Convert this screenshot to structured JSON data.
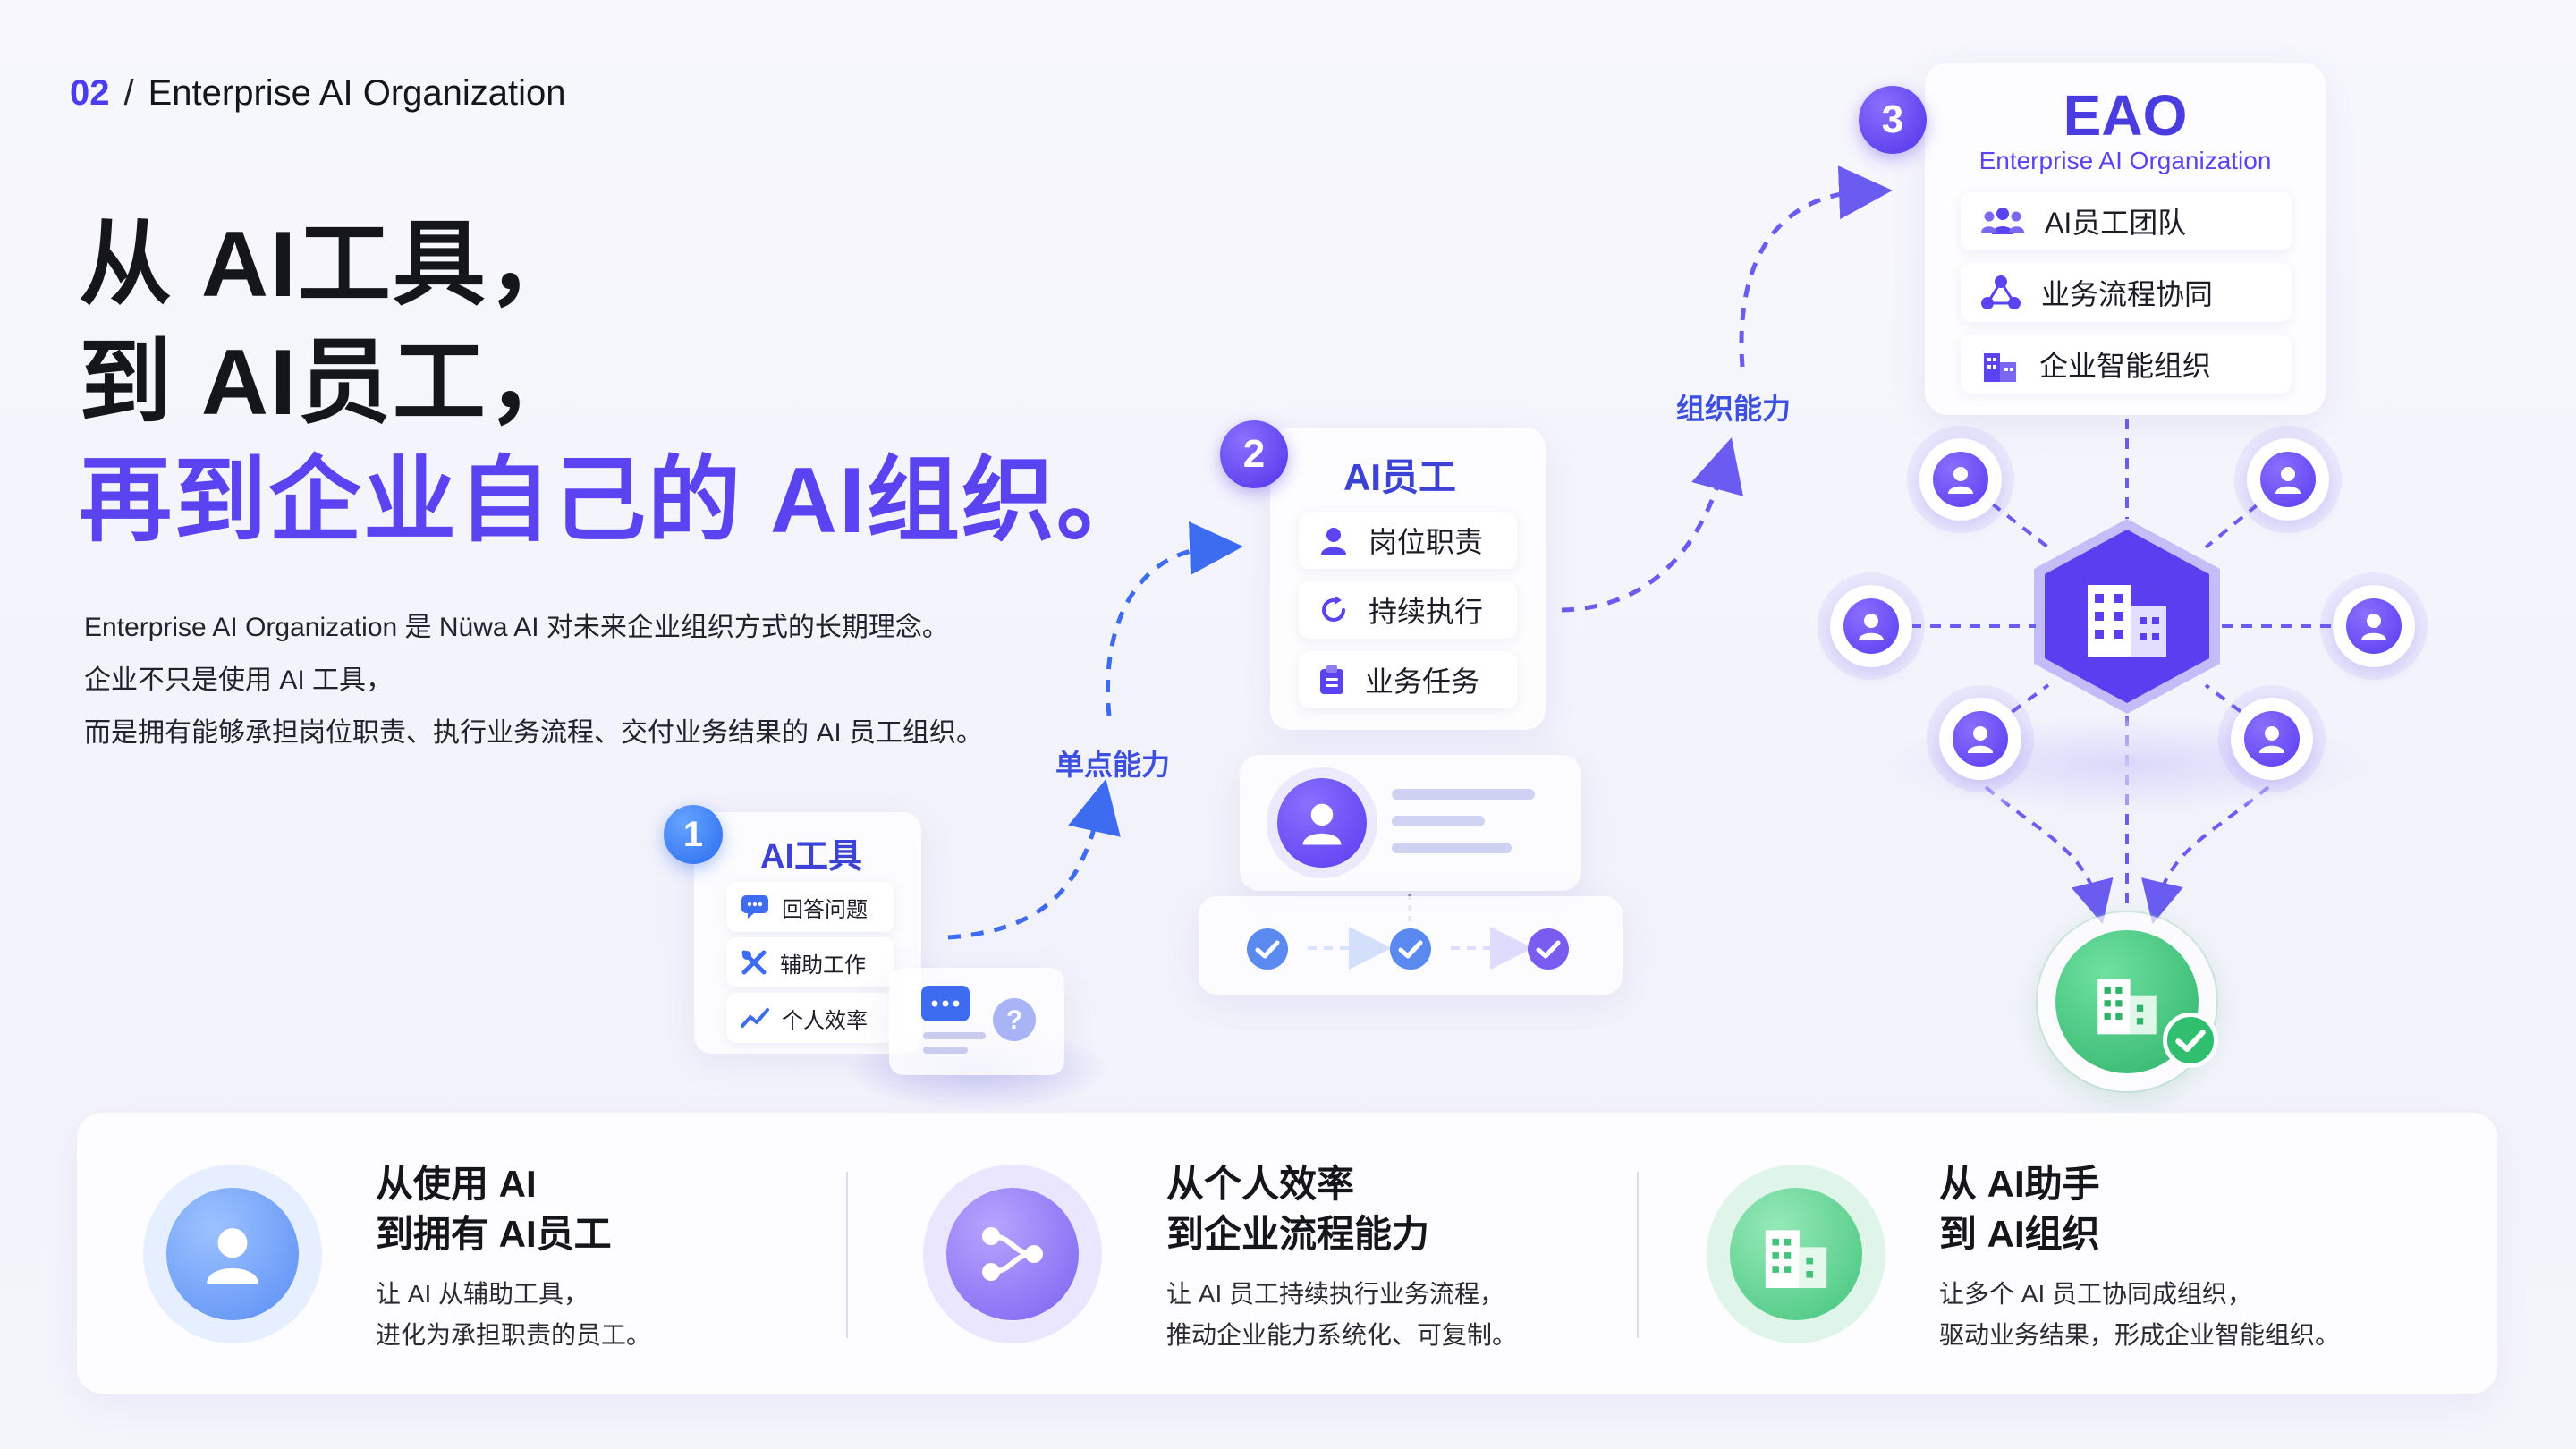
{
  "header": {
    "section_number": "02",
    "separator": "/",
    "section_title": "Enterprise AI Organization"
  },
  "headline": {
    "line1": "从 AI工具，",
    "line2": "到 AI员工，",
    "line3": "再到企业自己的 AI组织。"
  },
  "description": [
    "Enterprise AI Organization 是 Nüwa AI 对未来企业组织方式的长期理念。",
    "企业不只是使用 AI 工具，",
    "而是拥有能够承担岗位职责、执行业务流程、交付业务结果的 AI 员工组织。"
  ],
  "steps": {
    "one": {
      "number": "1",
      "title": "AI工具",
      "items": [
        "回答问题",
        "辅助工作",
        "个人效率"
      ]
    },
    "two": {
      "number": "2",
      "title": "AI员工",
      "items": [
        "岗位职责",
        "持续执行",
        "业务任务"
      ]
    },
    "three": {
      "number": "3",
      "title": "EAO",
      "subtitle": "Enterprise AI Organization",
      "items": [
        "AI员工团队",
        "业务流程协同",
        "企业智能组织"
      ]
    }
  },
  "flow_labels": {
    "single": "单点能力",
    "org": "组织能力"
  },
  "bottom": [
    {
      "title1": "从使用 AI",
      "title2": "到拥有 AI员工",
      "desc1": "让 AI 从辅助工具，",
      "desc2": "进化为承担职责的员工。"
    },
    {
      "title1": "从个人效率",
      "title2": "到企业流程能力",
      "desc1": "让 AI 员工持续执行业务流程，",
      "desc2": "推动企业能力系统化、可复制。"
    },
    {
      "title1": "从 AI助手",
      "title2": "到 AI组织",
      "desc1": "让多个 AI 员工协同成组织，",
      "desc2": "驱动业务结果，形成企业智能组织。"
    }
  ],
  "colors": {
    "accent": "#5a43f0",
    "blue": "#2a6df0",
    "green": "#3ec47a"
  },
  "icons": [
    "chat-icon",
    "tools-icon",
    "chart-icon",
    "person-icon",
    "refresh-icon",
    "clipboard-icon",
    "team-icon",
    "network-icon",
    "building-icon",
    "check-icon",
    "question-icon"
  ]
}
